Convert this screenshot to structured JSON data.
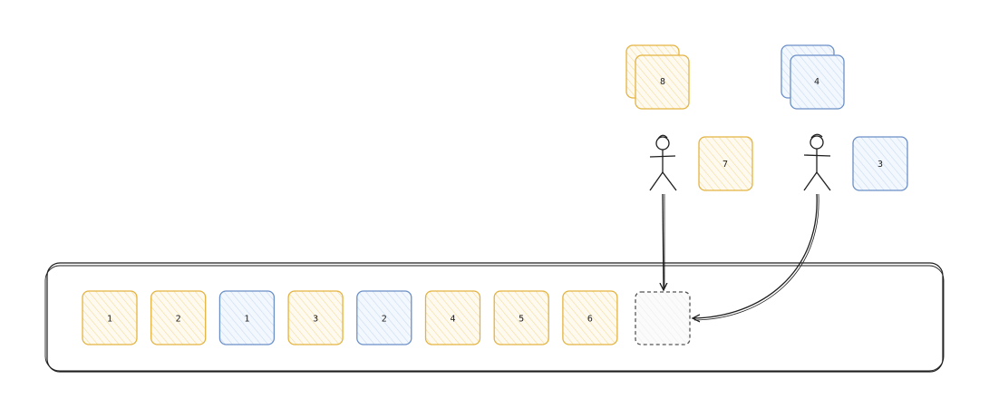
{
  "colors": {
    "yellow_stroke": "#e3b341",
    "yellow_fill": "#fdf3d4",
    "blue_stroke": "#6b8fc7",
    "blue_fill": "#dce8f7",
    "line": "#1e1e1e",
    "slot_stroke": "#555555"
  },
  "queue": {
    "items": [
      {
        "label": "1",
        "color": "yellow"
      },
      {
        "label": "2",
        "color": "yellow"
      },
      {
        "label": "1",
        "color": "blue"
      },
      {
        "label": "3",
        "color": "yellow"
      },
      {
        "label": "2",
        "color": "blue"
      },
      {
        "label": "4",
        "color": "yellow"
      },
      {
        "label": "5",
        "color": "yellow"
      },
      {
        "label": "6",
        "color": "yellow"
      }
    ],
    "empty_slot": true
  },
  "producers": [
    {
      "pending_stack_label": "8",
      "next_item_label": "7",
      "color": "yellow"
    },
    {
      "pending_stack_label": "4",
      "next_item_label": "3",
      "color": "blue"
    }
  ]
}
